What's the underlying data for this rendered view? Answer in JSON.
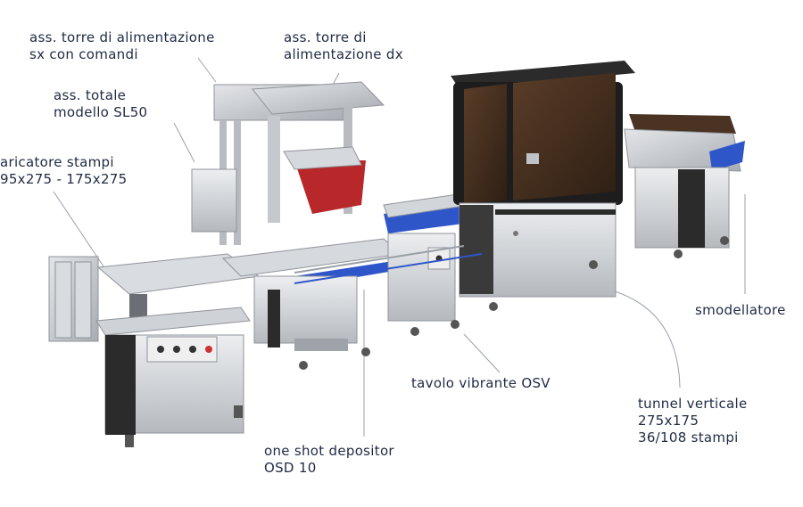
{
  "labels": {
    "torre_sx": {
      "line1": "ass. torre di alimentazione",
      "line2": "sx con comandi"
    },
    "torre_dx": {
      "line1": "ass. torre di",
      "line2": "alimentazione dx"
    },
    "totale": {
      "line1": "ass. totale",
      "line2": "modello SL50"
    },
    "caricatore": {
      "line1": "aricatore stampi",
      "line2": "95x275 - 175x275"
    },
    "smodellatore": {
      "line1": "smodellatore"
    },
    "tavolo": {
      "line1": "tavolo vibrante OSV"
    },
    "tunnel": {
      "line1": "tunnel verticale",
      "line2": "275x175",
      "line3": "36/108 stampi"
    },
    "depositor": {
      "line1": "one shot depositor",
      "line2": "OSD 10"
    }
  },
  "colors": {
    "label_text": "#1f2a44",
    "leader_line": "#9aa0a8",
    "steel": "#c9ccd0",
    "dark_panel": "#2b2b2b",
    "brown_glass": "#4a3322",
    "belt_blue": "#2f56c8",
    "hopper_red": "#b8272a"
  }
}
